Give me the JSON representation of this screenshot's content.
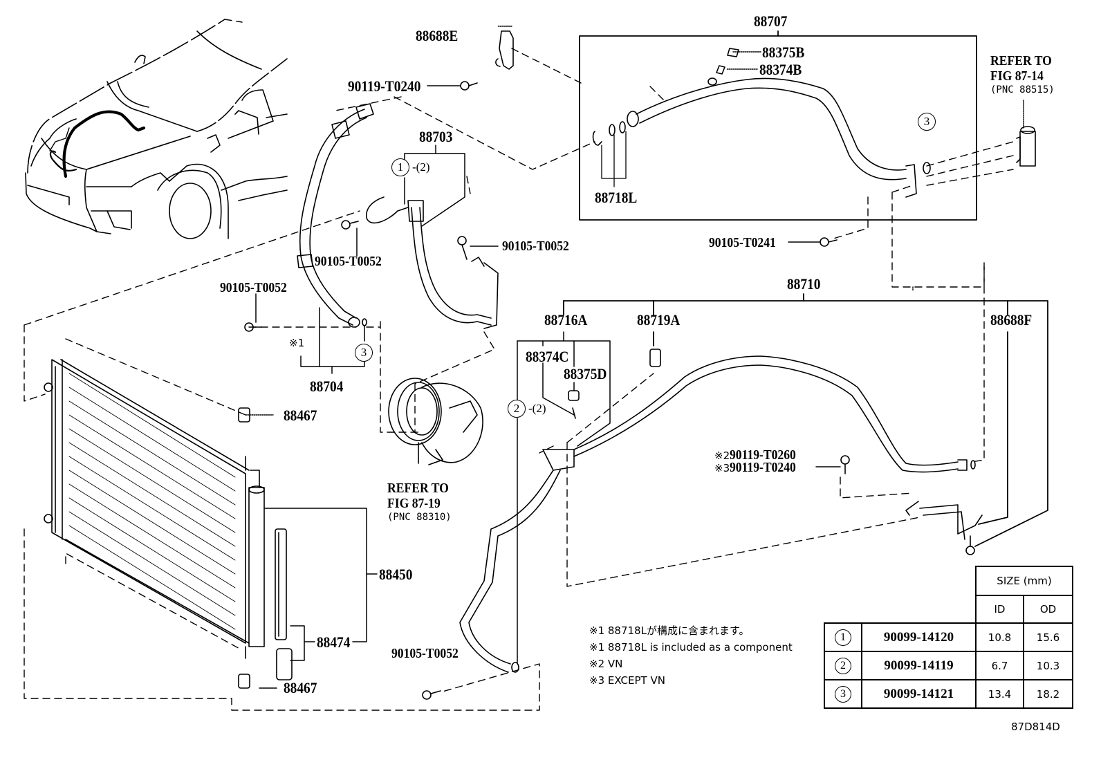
{
  "diagram": {
    "figure_id": "87D814D",
    "part_labels": {
      "p88707": "88707",
      "p88688E": "88688E",
      "p90119_T0240_top": "90119-T0240",
      "p88375B": "88375B",
      "p88374B": "88374B",
      "p88718L": "88718L",
      "p88703": "88703",
      "p90105_T0052_a": "90105-T0052",
      "p90105_T0052_b": "90105-T0052",
      "p90105_T0052_c": "90105-T0052",
      "p90105_T0052_d": "90105-T0052",
      "p90105_T0241": "90105-T0241",
      "p88704": "88704",
      "p88710": "88710",
      "p88716A": "88716A",
      "p88719A": "88719A",
      "p88688F": "88688F",
      "p88374C": "88374C",
      "p88375D": "88375D",
      "p88467_top": "88467",
      "p88467_bottom": "88467",
      "p88450": "88450",
      "p88474": "88474",
      "p90119_T0260_vn": "90119-T0260",
      "p90119_T0240_except": "90119-T0240"
    },
    "marks": {
      "note1": "※1",
      "note2": "※2",
      "note3": "※3"
    },
    "callouts": {
      "c1": "1",
      "c1_suffix": "-(2)",
      "c2": "2",
      "c2_suffix": "-(2)",
      "c3_top": "3",
      "c3_left": "3"
    },
    "references": {
      "ref_valve": [
        "REFER TO",
        "FIG 87-14",
        "(PNC 88515)"
      ],
      "ref_compressor": [
        "REFER TO",
        "FIG 87-19",
        "(PNC 88310)"
      ]
    },
    "notes": [
      "※1 88718Lが構成に含まれます。",
      "※1 88718L is included as a component",
      "※2 VN",
      "※3 EXCEPT VN"
    ],
    "size_table": {
      "header": "SIZE (mm)",
      "col_id": "ID",
      "col_od": "OD",
      "rows": [
        {
          "circle": "1",
          "part": "90099-14120",
          "id": "10.8",
          "od": "15.6"
        },
        {
          "circle": "2",
          "part": "90099-14119",
          "id": "6.7",
          "od": "10.3"
        },
        {
          "circle": "3",
          "part": "90099-14121",
          "id": "13.4",
          "od": "18.2"
        }
      ]
    }
  }
}
